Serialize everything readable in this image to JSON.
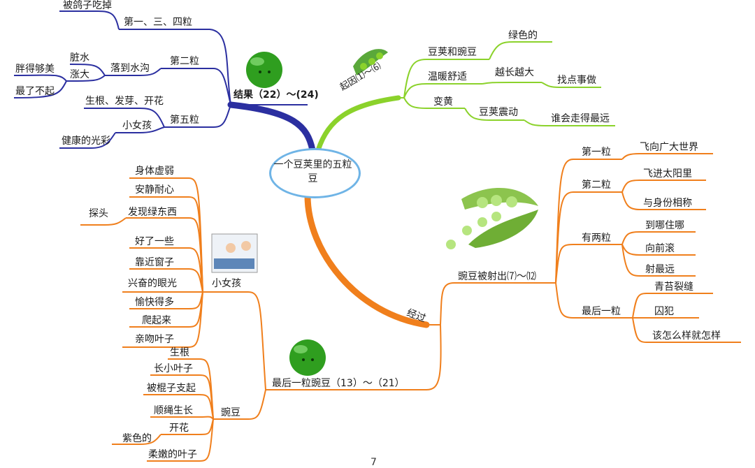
{
  "center": {
    "line1": "一个豆荚里的五粒",
    "line2": "豆"
  },
  "branches": {
    "result": {
      "label": "结果（22）～(24)",
      "color": "#2b2fa0",
      "nodes": {
        "first": "第一、三、四粒",
        "first_child": "被鸽子吃掉",
        "second": "第二粒",
        "second_child": "落到水沟",
        "dirty": "脏水",
        "swell": "涨大",
        "beauty": "胖得够美",
        "great": "最了不起",
        "fifth": "第五粒",
        "sprout": "生根、发芽、开花",
        "girl": "小女孩",
        "health": "健康的光彩"
      }
    },
    "cause": {
      "label": "起因⑴～⑹",
      "color": "#8bd22b",
      "nodes": {
        "pod": "豆荚和豌豆",
        "green": "绿色的",
        "warm": "温暖舒适",
        "grow": "越长越大",
        "work": "找点事做",
        "yellow": "变黄",
        "shake": "豆荚震动",
        "who": "谁会走得最远"
      }
    },
    "process": {
      "label": "经过",
      "color": "#f07f1c",
      "shot": {
        "label": "豌豆被射出⑺～⑿",
        "first": "第一粒",
        "first_child": "飞向广大世界",
        "second": "第二粒",
        "second_a": "飞进太阳里",
        "second_b": "与身份相称",
        "two": "有两粒",
        "two_a": "到哪住哪",
        "two_b": "向前滚",
        "two_c": "射最远",
        "last": "最后一粒",
        "last_a": "青苔裂缝",
        "last_b": "囚犯",
        "last_c": "该怎么样就怎样"
      },
      "lastpea": {
        "label": "最后一粒豌豆（13）～（21）",
        "girl": "小女孩",
        "girl_items": [
          "身体虚弱",
          "安静耐心",
          "发现绿东西",
          "好了一些",
          "靠近窗子",
          "兴奋的眼光",
          "愉快得多",
          "爬起来",
          "亲吻叶子"
        ],
        "probe": "探头",
        "pea": "豌豆",
        "pea_items": [
          "生根",
          "长小叶子",
          "被棍子支起",
          "顺绳生长",
          "开花",
          "柔嫩的叶子"
        ],
        "purple": "紫色的"
      }
    }
  },
  "page_number": "7",
  "colors": {
    "blue": "#2b2fa0",
    "green": "#8bd22b",
    "orange": "#f07f1c",
    "center_border": "#6fb4e6",
    "pea": "#2f9e1f"
  }
}
